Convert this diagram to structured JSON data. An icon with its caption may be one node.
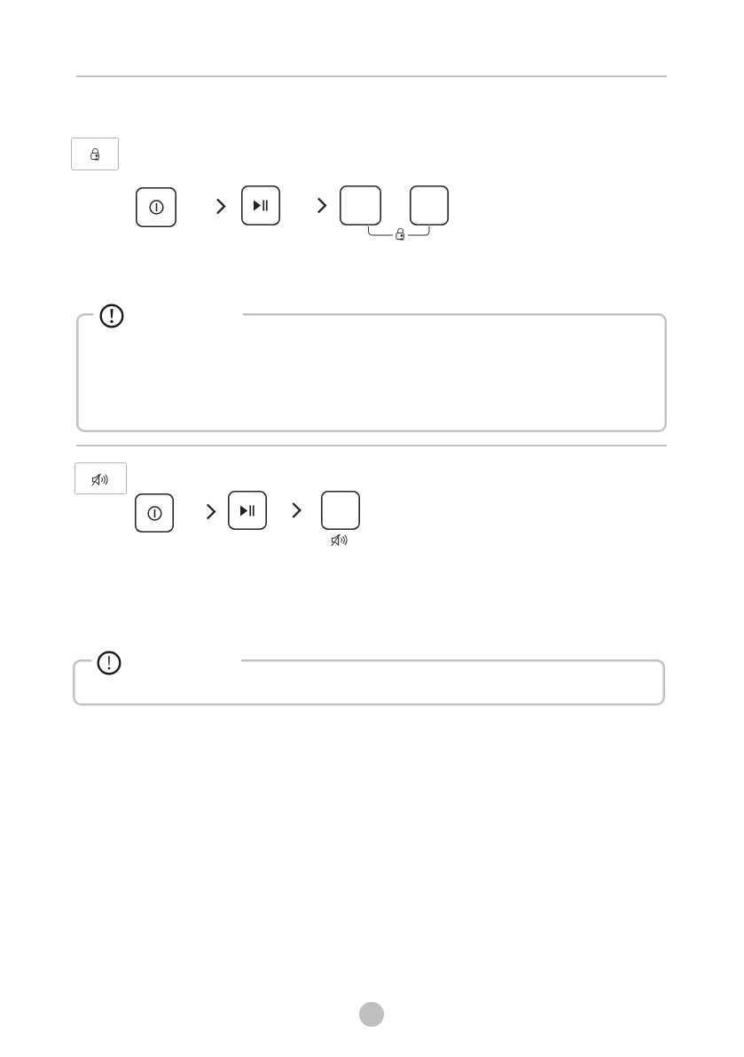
{
  "diagram": {
    "nodes": [
      {
        "text": [],
        "shape": "box"
      },
      {
        "text": [],
        "shape": "box"
      },
      {
        "text": [],
        "shape": "box"
      },
      {
        "text": [],
        "shape": "box"
      },
      {
        "text": [],
        "shape": "box"
      },
      {
        "text": [],
        "shape": "box"
      },
      {
        "text": [],
        "shape": "box"
      },
      {
        "text": [],
        "shape": "box"
      },
      {
        "text": [],
        "shape": "box"
      },
      {
        "text": [],
        "shape": "box"
      },
      {
        "text": [],
        "shape": "box"
      }
    ],
    "edges": [
      {
        "from": 1,
        "to": 2,
        "arrow": "to"
      },
      {
        "from": 2,
        "to": 3,
        "arrow": "to"
      },
      {
        "from": 7,
        "to": 8,
        "arrow": "to"
      },
      {
        "from": 8,
        "to": 9,
        "arrow": "to"
      }
    ]
  }
}
